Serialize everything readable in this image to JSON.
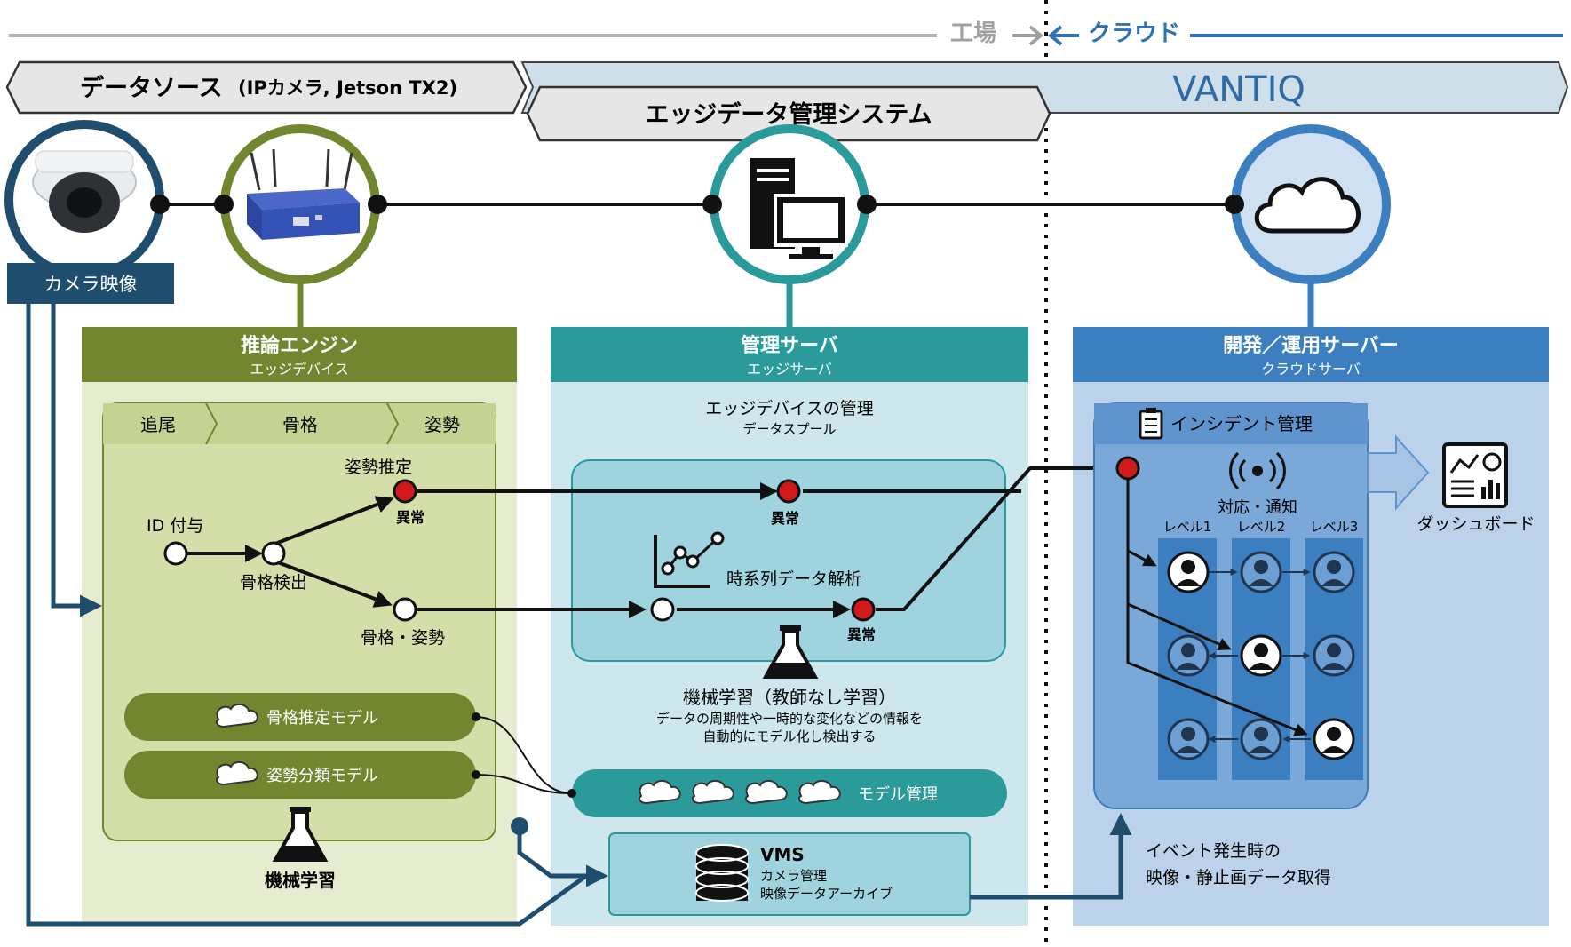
{
  "top": {
    "factory": "工場",
    "cloud": "クラウド"
  },
  "banners": {
    "datasource_main": "データソース",
    "datasource_sub": "(IPカメラ, Jetson TX2)",
    "edge_system": "エッジデータ管理システム",
    "vantiq": "VANTIQ"
  },
  "camera_label": "カメラ映像",
  "panels": {
    "inference": {
      "title": "推論エンジン",
      "subtitle": "エッジデバイス"
    },
    "server": {
      "title": "管理サーバ",
      "subtitle": "エッジサーバ"
    },
    "cloud": {
      "title": "開発／運用サーバー",
      "subtitle": "クラウドサーバ"
    }
  },
  "inference": {
    "steps": [
      "追尾",
      "骨格",
      "姿勢"
    ],
    "id_label": "ID 付与",
    "skeleton_detect": "骨格検出",
    "pose_estimate": "姿勢推定",
    "skeleton_pose": "骨格・姿勢",
    "anomaly": "異常",
    "models": [
      "骨格推定モデル",
      "姿勢分類モデル"
    ],
    "ml": "機械学習"
  },
  "server": {
    "device_mgmt": "エッジデバイスの管理",
    "data_pool": "データスプール",
    "anomaly": "異常",
    "ts_analysis": "時系列データ解析",
    "ml_title": "機械学習（教師なし学習）",
    "ml_desc1": "データの周期性や一時的な変化などの情報を",
    "ml_desc2": "自動的にモデル化し検出する",
    "model_mgmt": "モデル管理",
    "vms_title": "VMS",
    "vms_line1": "カメラ管理",
    "vms_line2": "映像データアーカイブ"
  },
  "cloud": {
    "incident": "インシデント管理",
    "notify": "対応・通知",
    "levels": [
      "レベル1",
      "レベル2",
      "レベル3"
    ],
    "dashboard": "ダッシュボード",
    "event1": "イベント発生時の",
    "event2": "映像・静止画データ取得"
  },
  "colors": {
    "green_dark": "#71862f",
    "green_light": "#e6eccf",
    "teal": "#2a9a9b",
    "teal_light": "#cde7ec",
    "blue": "#3b7fc0",
    "blue_light": "#bcd2ea",
    "navy": "#1f4d6e",
    "anomaly_red": "#d11a1a"
  }
}
